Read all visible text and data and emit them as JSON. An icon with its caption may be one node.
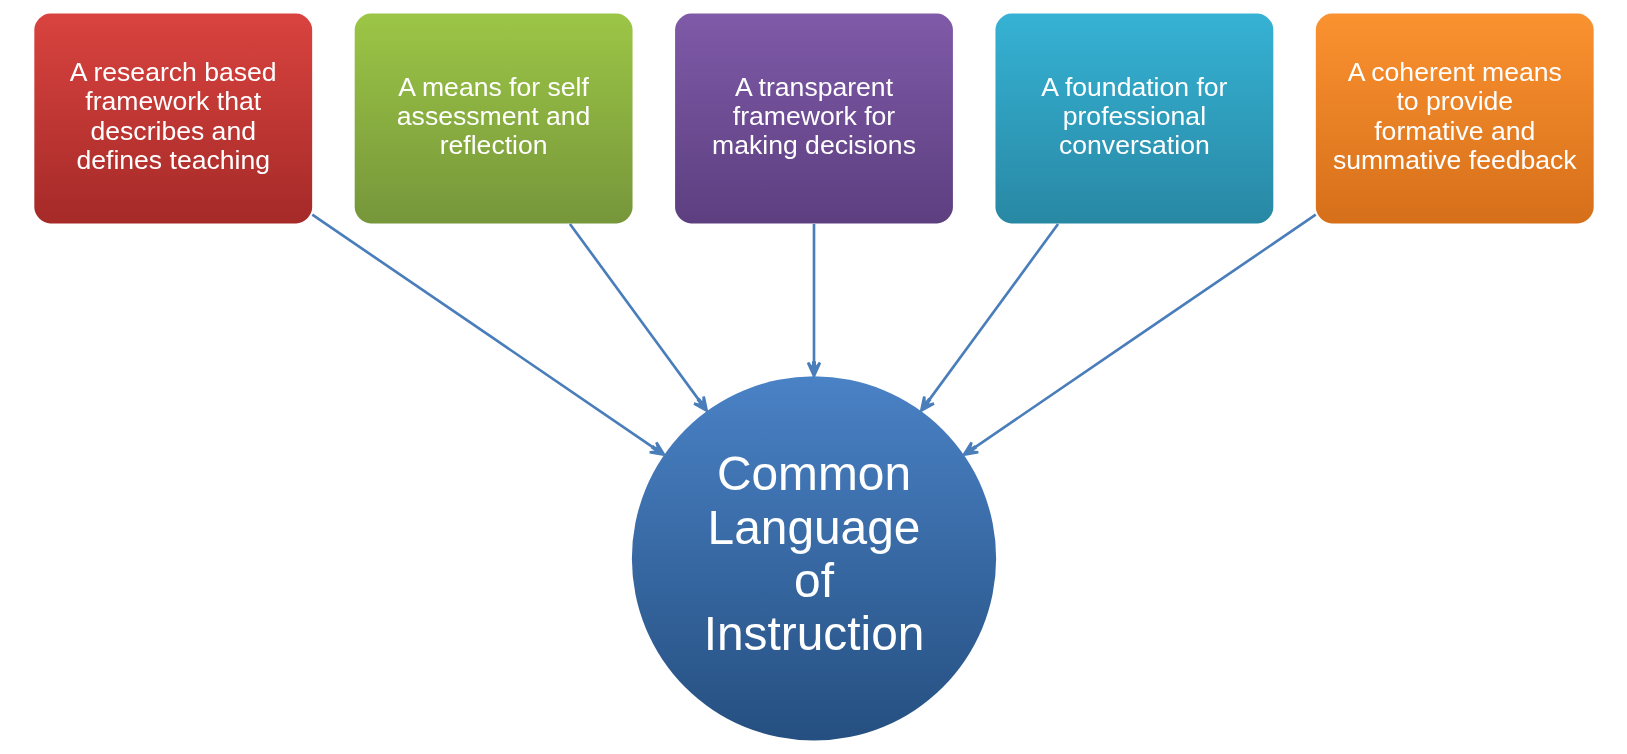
{
  "diagram": {
    "nodes": [
      {
        "text": [
          "A research based framework that describes and defines teaching"
        ]
      },
      {
        "text": [
          "A means for self assessment and reflection"
        ]
      },
      {
        "text": [
          "A transparent framework for making decisions"
        ]
      },
      {
        "text": [
          "A foundation for professional conversation"
        ]
      },
      {
        "text": [
          "A coherent means to provide formative and summative feedback"
        ]
      },
      {
        "text": [
          "Common Language of Instruction"
        ]
      }
    ],
    "edges": [
      {
        "from": 0,
        "to": 5,
        "arrow": "to"
      },
      {
        "from": 1,
        "to": 5,
        "arrow": "to"
      },
      {
        "from": 2,
        "to": 5,
        "arrow": "to"
      },
      {
        "from": 3,
        "to": 5,
        "arrow": "to"
      },
      {
        "from": 4,
        "to": 5,
        "arrow": "to"
      }
    ]
  }
}
